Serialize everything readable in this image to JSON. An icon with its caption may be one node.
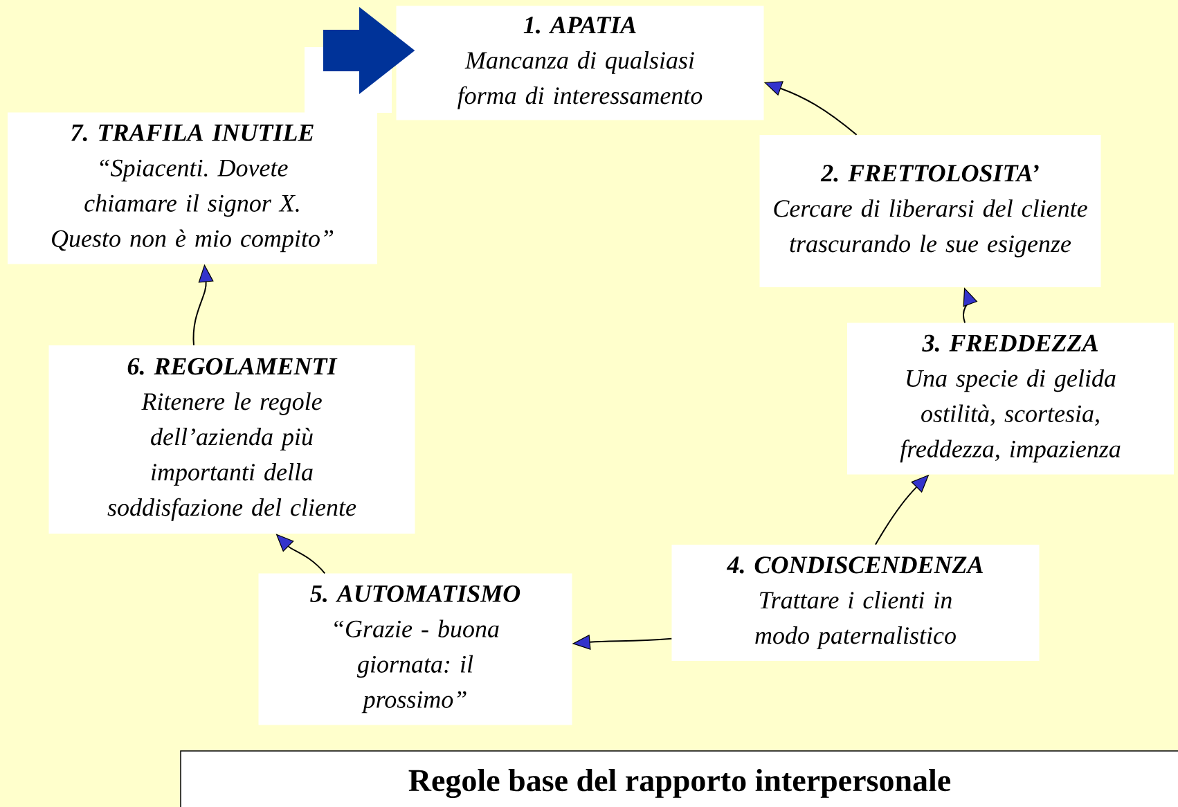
{
  "diagram": {
    "title": "Regole base del rapporto interpersonale",
    "nodes": [
      {
        "text": [
          "1. APATIA",
          "Mancanza di qualsiasi forma di interessamento"
        ]
      },
      {
        "text": [
          "2. FRETTOLOSITA’",
          "Cercare di liberarsi del cliente trascurando le sue esigenze"
        ]
      },
      {
        "text": [
          "3. FREDDEZZA",
          "Una specie di gelida ostilità, scortesia, freddezza, impazienza"
        ]
      },
      {
        "text": [
          "4. CONDISCENDENZA",
          "Trattare i clienti in modo paternalistico"
        ]
      },
      {
        "text": [
          "5. AUTOMATISMO",
          "“Grazie - buona giornata: il prossimo”"
        ]
      },
      {
        "text": [
          "6. REGOLAMENTI",
          "Ritenere le regole dell’azienda più importanti della soddisfazione del cliente"
        ]
      },
      {
        "text": [
          "7. TRAFILA INUTILE",
          "“Spiacenti. Dovete chiamare il signor X. Questo non è mio compito”"
        ]
      }
    ],
    "edges": [
      {
        "from": null,
        "to": 0,
        "arrow": "to",
        "style": "thick",
        "color": "#003399"
      },
      {
        "from": 1,
        "to": 0,
        "arrow": "to"
      },
      {
        "from": 2,
        "to": 1,
        "arrow": "to"
      },
      {
        "from": 3,
        "to": 2,
        "arrow": "to"
      },
      {
        "from": 3,
        "to": 4,
        "arrow": "to"
      },
      {
        "from": 4,
        "to": 5,
        "arrow": "to"
      },
      {
        "from": 5,
        "to": 6,
        "arrow": "to"
      }
    ]
  }
}
